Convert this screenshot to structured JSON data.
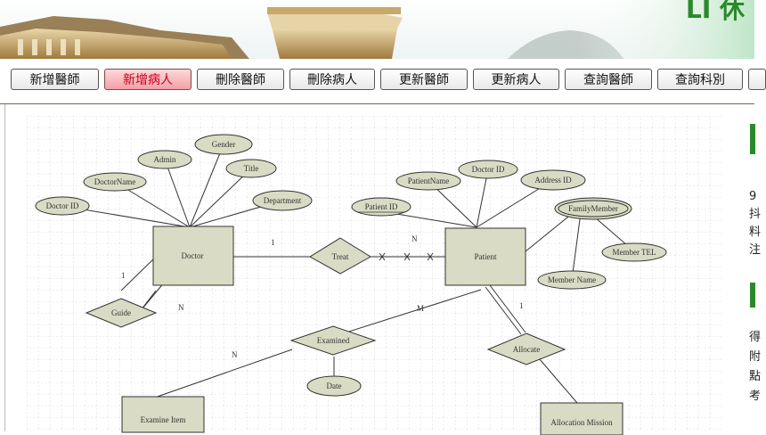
{
  "banner": {
    "title_fragment": "LI 休"
  },
  "nav": {
    "buttons": [
      {
        "label": "新增醫師"
      },
      {
        "label": "新增病人",
        "active": true
      },
      {
        "label": "刪除醫師"
      },
      {
        "label": "刪除病人"
      },
      {
        "label": "更新醫師"
      },
      {
        "label": "更新病人"
      },
      {
        "label": "查詢醫師"
      },
      {
        "label": "查詢科別"
      }
    ]
  },
  "er": {
    "entities": {
      "doctor": "Doctor",
      "patient": "Patient",
      "examine_item": "Examine Item",
      "allocation_mission": "Allocation Mission"
    },
    "relationships": {
      "treat": "Treat",
      "guide": "Guide",
      "examined": "Examined",
      "allocate": "Allocate"
    },
    "attributes": {
      "doctor_id": "Doctor ID",
      "doctor_name": "DoctorName",
      "admin": "Admin",
      "gender": "Gender",
      "title": "Title",
      "department": "Department",
      "patient_id": "Patient ID",
      "patient_name": "PatientName",
      "doctor_id_fk": "Doctor ID",
      "address_id": "Address ID",
      "family_member": "FamilyMember",
      "member_tel": "Member TEL",
      "member_name": "Member Name",
      "date": "Date"
    },
    "cardinalities": {
      "treat_doctor": "1",
      "treat_patient": "N",
      "guide_top": "1",
      "guide_bottom": "N",
      "examined_patient": "M",
      "examined_item": "N",
      "allocate_patient": "1"
    }
  },
  "side": {
    "lines": [
      "9",
      "抖",
      "料",
      "注",
      "",
      "得",
      "附",
      "點",
      "考"
    ]
  },
  "colors": {
    "accent_green": "#2a8a2a",
    "active_button_text": "#c4001a",
    "entity_fill": "#d9dbc4",
    "attr_fill": "#d9dbc4"
  }
}
